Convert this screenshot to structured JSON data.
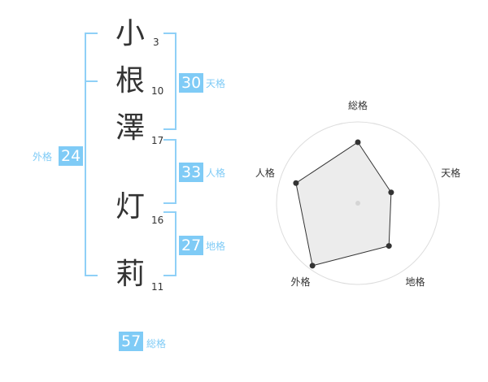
{
  "name": {
    "characters": [
      {
        "char": "小",
        "strokes": "3"
      },
      {
        "char": "根",
        "strokes": "10"
      },
      {
        "char": "澤",
        "strokes": "17"
      },
      {
        "char": "灯",
        "strokes": "16"
      },
      {
        "char": "莉",
        "strokes": "11"
      }
    ]
  },
  "fortune": {
    "tenkaku": {
      "value": "30",
      "label": "天格"
    },
    "jinkaku": {
      "value": "33",
      "label": "人格"
    },
    "chikaku": {
      "value": "27",
      "label": "地格"
    },
    "gaikaku": {
      "value": "24",
      "label": "外格"
    },
    "soukaku": {
      "value": "57",
      "label": "総格"
    }
  },
  "colors": {
    "accent": "#7fcbf6",
    "bracket": "#8fd0f7",
    "text": "#333333",
    "radar_fill": "#eeeeee",
    "radar_ring": "#dddddd"
  },
  "chart_data": {
    "type": "radar",
    "axes": [
      "総格",
      "天格",
      "地格",
      "外格",
      "人格"
    ],
    "values": [
      0.75,
      0.43,
      0.65,
      0.95,
      0.8
    ],
    "rings": 4
  }
}
